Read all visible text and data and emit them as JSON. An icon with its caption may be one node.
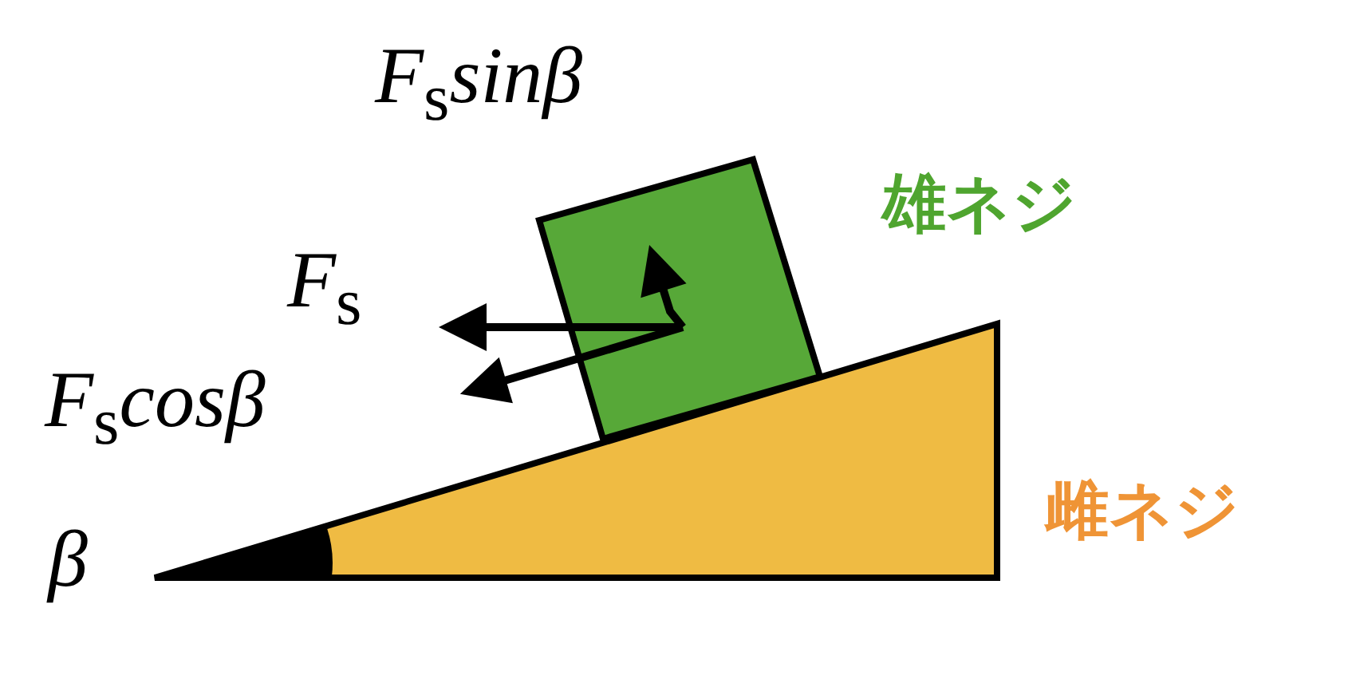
{
  "diagram": {
    "labels": [
      "*F*$_{s}$*sinβ*",
      "*F*$_{s}$",
      "*F*$_{s}$*cosβ*",
      "β",
      "雄ネジ",
      "雌ネジ"
    ]
  }
}
